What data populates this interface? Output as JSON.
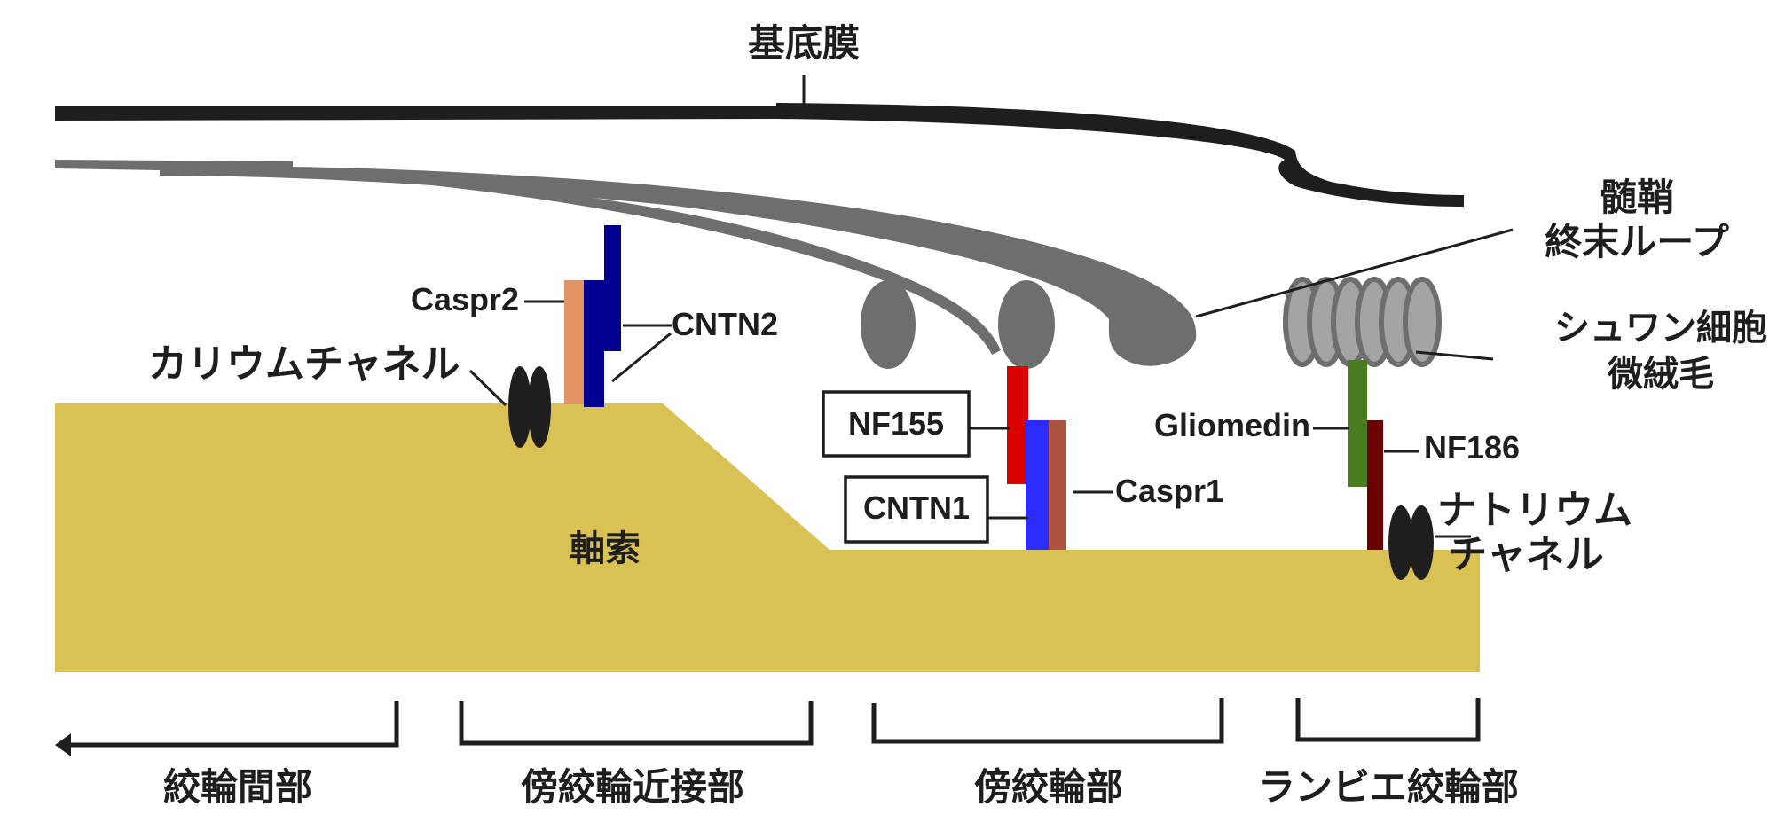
{
  "diagram": {
    "title": "Node of Ranvier molecular organization",
    "colors": {
      "axon": "#d9c154",
      "basal_lamina": "#1e1e1e",
      "myelin": "#6e6e6e",
      "microvilli_fill": "#a4a4a4",
      "microvilli_stroke": "#6e6e6e",
      "caspr2": "#e39464",
      "cntn2": "#000090",
      "nf155": "#d90000",
      "cntn1": "#2c2cff",
      "caspr1": "#b05242",
      "gliomedin": "#4a7d1f",
      "nf186": "#6b0000",
      "channel": "#1e1e1e"
    },
    "labels": {
      "basal_lamina": "基底膜",
      "myelin_loop_line1": "髄鞘",
      "myelin_loop_line2": "終末ループ",
      "microvilli_line1": "シュワン細胞",
      "microvilli_line2": "微絨毛",
      "potassium_channel": "カリウムチャネル",
      "sodium_channel_line1": "ナトリウム",
      "sodium_channel_line2": "チャネル",
      "axon": "軸索",
      "caspr2": "Caspr2",
      "cntn2": "CNTN2",
      "nf155": "NF155",
      "cntn1": "CNTN1",
      "caspr1": "Caspr1",
      "gliomedin": "Gliomedin",
      "nf186": "NF186"
    },
    "regions": [
      {
        "id": "internode",
        "label": "絞輪間部"
      },
      {
        "id": "juxtaparanode",
        "label": "傍絞輪近接部"
      },
      {
        "id": "paranode",
        "label": "傍絞輪部"
      },
      {
        "id": "node",
        "label": "ランビエ絞輪部"
      }
    ]
  }
}
